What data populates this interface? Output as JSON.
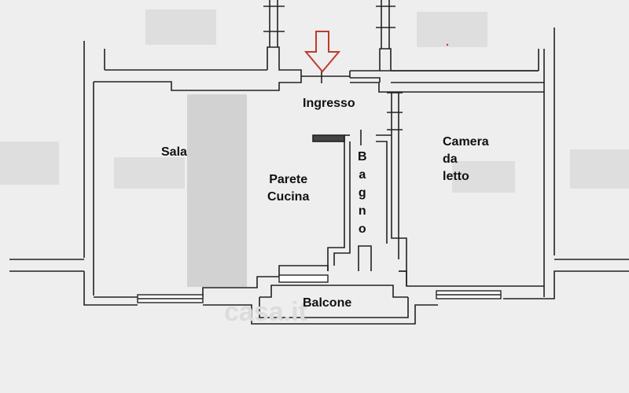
{
  "rooms": {
    "ingresso": "Ingresso",
    "sala": "Sala",
    "parete_cucina": "Parete\nCucina",
    "bagno": "B\na\ng\nn\no",
    "camera": "Camera\nda\nletto",
    "balcone": "Balcone"
  },
  "colors": {
    "wall_stroke": "#222222",
    "background": "#eeeeee",
    "entry_arrow": "#c0392b"
  },
  "icons": {
    "entry": "down-arrow-icon"
  }
}
